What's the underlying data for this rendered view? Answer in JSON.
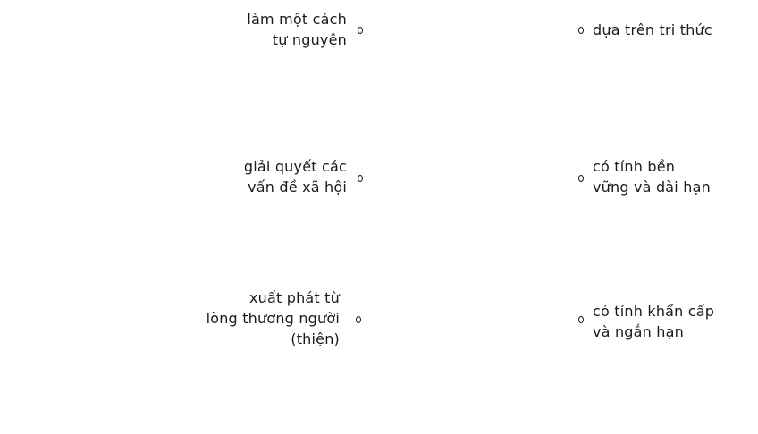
{
  "left_items": [
    {
      "lines": [
        "làm một cách",
        "tự nguyện"
      ]
    },
    {
      "lines": [
        "giải quyết các",
        "vấn đề xã hội"
      ]
    },
    {
      "lines": [
        "xuất phát từ",
        "lòng thương người",
        "(thiện)"
      ]
    }
  ],
  "right_items": [
    {
      "lines": [
        "dựa trên tri thức"
      ]
    },
    {
      "lines": [
        "có tính bền",
        "vững và dài hạn"
      ]
    },
    {
      "lines": [
        "có tính khẩn cấp",
        "và ngắn hạn"
      ]
    }
  ],
  "colors": {
    "ink": "#1a1a1a",
    "background": "#ffffff"
  }
}
